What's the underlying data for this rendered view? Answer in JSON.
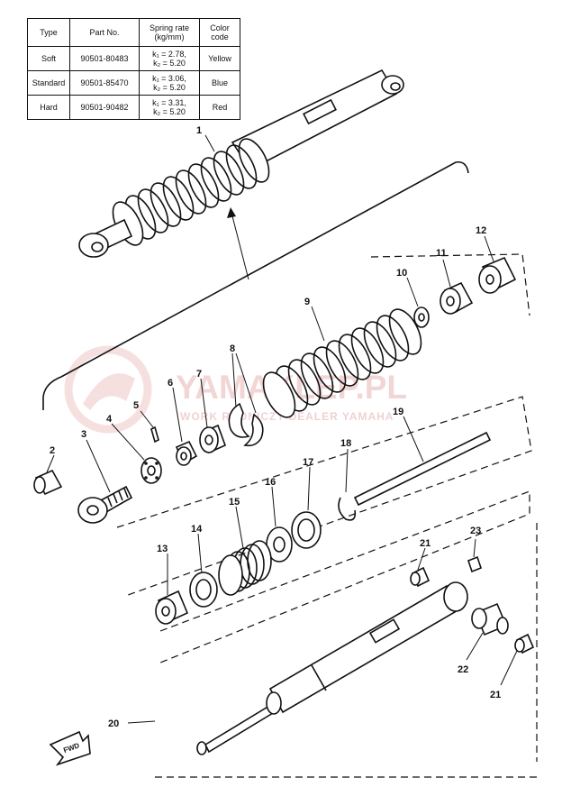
{
  "spec_table": {
    "headers": {
      "type": "Type",
      "part_no": "Part No.",
      "spring_rate": "Spring rate (kg/mm)",
      "color_code": "Color code"
    },
    "rows": [
      {
        "type": "Soft",
        "part_no": "90501-80483",
        "k1": "k₁ = 2.78,",
        "k2": "k₂ = 5.20",
        "color": "Yellow"
      },
      {
        "type": "Standard",
        "part_no": "90501-85470",
        "k1": "k₁ = 3.06,",
        "k2": "k₂ = 5.20",
        "color": "Blue"
      },
      {
        "type": "Hard",
        "part_no": "90501-90482",
        "k1": "k₁ = 3.31,",
        "k2": "k₂ = 5.20",
        "color": "Red"
      }
    ]
  },
  "watermark": {
    "main": "YAMAKLEP.PL",
    "sub": "WORK  RADNICZY  DEALER YAMAHA"
  },
  "fwd_label": "FWD",
  "part_labels": [
    "1",
    "2",
    "3",
    "4",
    "5",
    "6",
    "7",
    "8",
    "9",
    "10",
    "11",
    "12",
    "13",
    "14",
    "15",
    "16",
    "17",
    "18",
    "19",
    "20",
    "21",
    "21",
    "22",
    "23"
  ]
}
